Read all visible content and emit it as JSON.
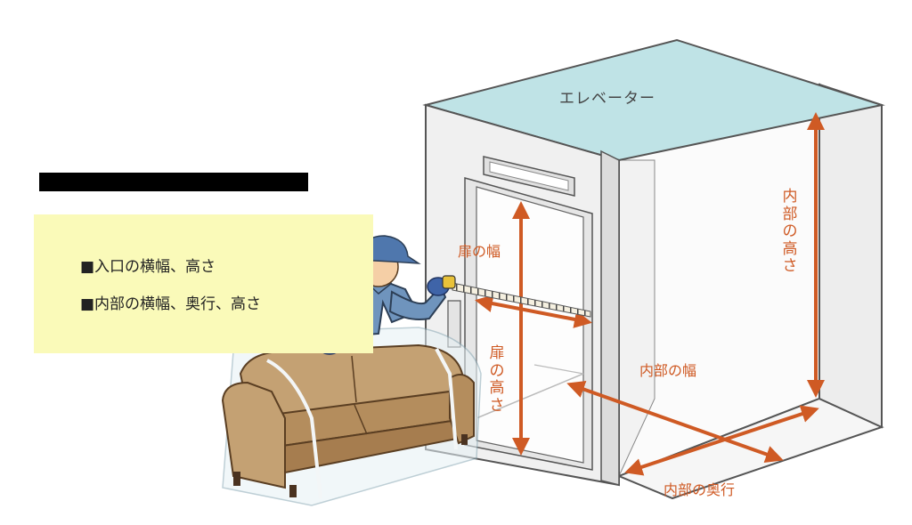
{
  "diagram": {
    "elevator_label": "エレベーター",
    "checklist": [
      "■入口の横幅、高さ",
      "■内部の横幅、奥行、高さ"
    ],
    "dimensions": {
      "door_width": "扉の幅",
      "door_height": "扉の高さ",
      "interior_height": "内部の高さ",
      "interior_width": "内部の幅",
      "interior_depth": "内部の奥行"
    },
    "colors": {
      "arrow": "#cf5a24",
      "note_background": "#fafab9",
      "roof": "#bfe3e6",
      "walls": "#f0f0f0",
      "sofa": "#c4a173",
      "worker_uniform": "#6f94bd"
    }
  }
}
